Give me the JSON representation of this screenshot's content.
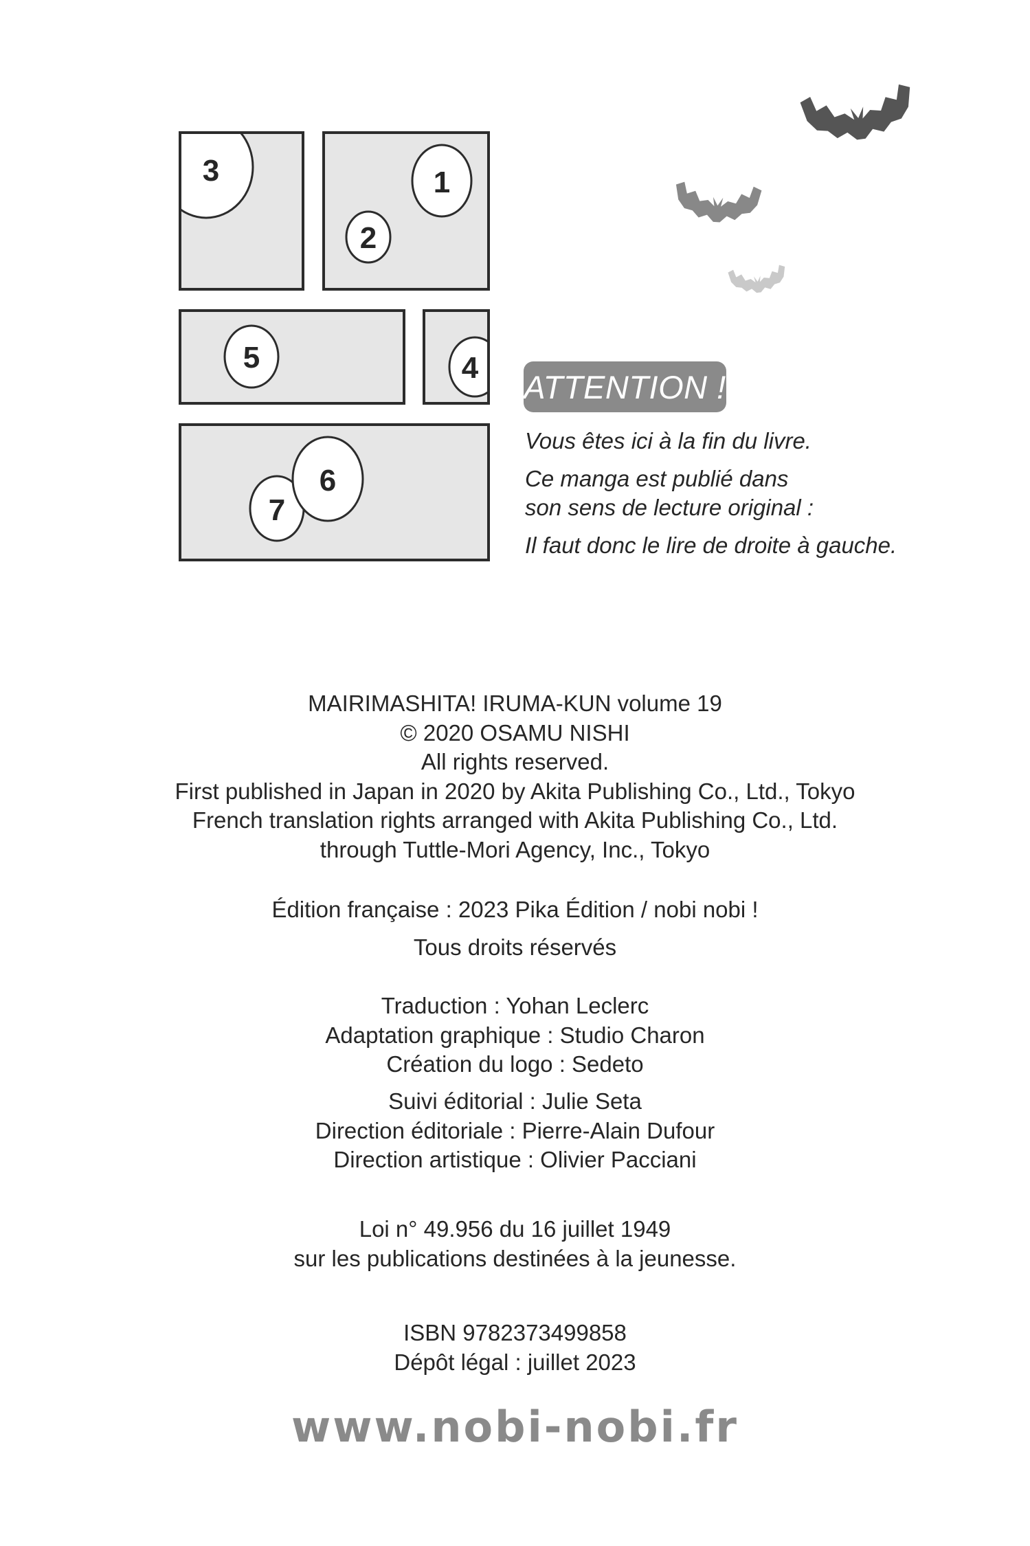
{
  "reading_order_diagram": {
    "bubble_numbers": [
      "1",
      "2",
      "3",
      "4",
      "5",
      "6",
      "7"
    ]
  },
  "notice": {
    "badge": "ATTENTION !",
    "line1": "Vous êtes ici à la fin du livre.",
    "line2": "Ce manga est publié dans",
    "line3": "son sens de lecture original :",
    "line4": "Il faut donc le lire de droite à gauche."
  },
  "credits": {
    "copyright": [
      "MAIRIMASHITA! IRUMA-KUN volume 19",
      "© 2020 OSAMU NISHI",
      "All rights reserved.",
      "First published in Japan in 2020 by Akita Publishing Co., Ltd., Tokyo",
      "French translation rights arranged with Akita Publishing Co., Ltd.",
      "through Tuttle-Mori Agency, Inc., Tokyo"
    ],
    "edition": "Édition française : 2023 Pika Édition / nobi nobi !",
    "rights": "Tous droits réservés",
    "staff1": [
      "Traduction : Yohan Leclerc",
      "Adaptation graphique : Studio Charon",
      "Création du logo : Sedeto"
    ],
    "staff2": [
      "Suivi éditorial : Julie Seta",
      "Direction éditoriale : Pierre-Alain Dufour",
      "Direction artistique : Olivier Pacciani"
    ],
    "law": [
      "Loi n° 49.956 du 16 juillet 1949",
      "sur les publications destinées à la jeunesse."
    ],
    "isbn": "ISBN 9782373499858",
    "depot": "Dépôt légal : juillet 2023"
  },
  "website": "www.nobi-nobi.fr"
}
